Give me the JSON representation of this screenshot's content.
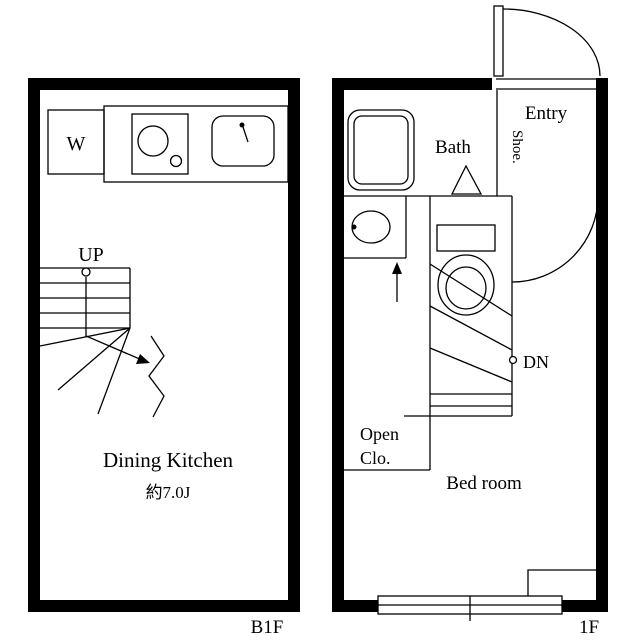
{
  "background": "#ffffff",
  "ink": "#000000",
  "floors": {
    "b1f": {
      "label": "B1F",
      "labels": {
        "washer": "W",
        "stairs": "UP",
        "room": "Dining Kitchen",
        "area": "約7.0J"
      }
    },
    "f1": {
      "label": "1F",
      "labels": {
        "entry": "Entry",
        "bath": "Bath",
        "shoe": "Shoe.",
        "stairs": "DN",
        "closet_line1": "Open",
        "closet_line2": "Clo.",
        "bedroom": "Bed room"
      }
    }
  }
}
